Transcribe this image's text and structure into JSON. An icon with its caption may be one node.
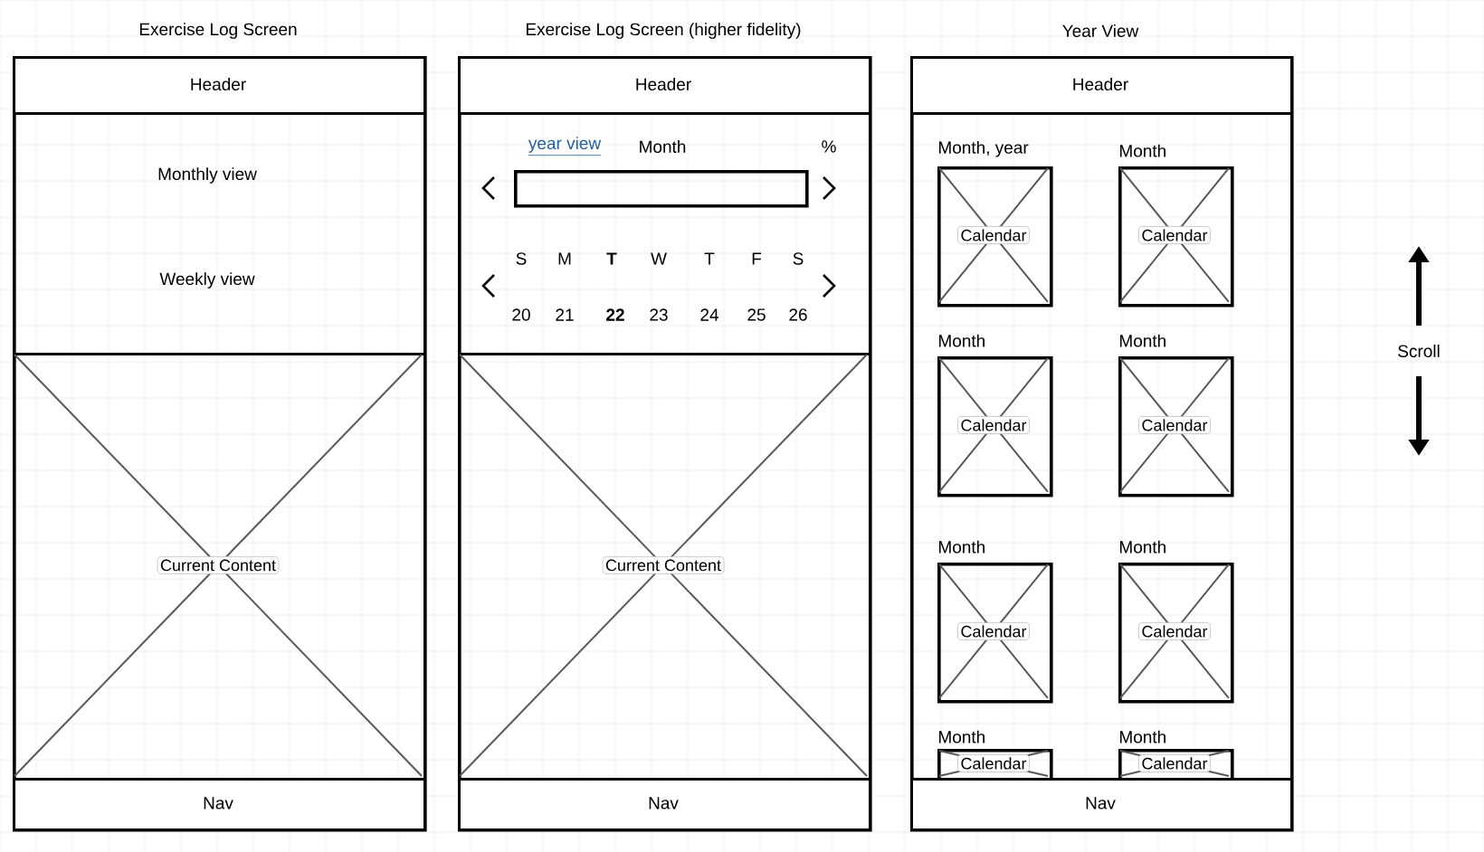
{
  "diagram": {
    "nodes": [
      {
        "text": [
          "Exercise Log Screen"
        ]
      },
      {
        "text": [
          "Header"
        ],
        "in": 0
      },
      {
        "text": [
          "Monthly view",
          "Weekly view"
        ],
        "in": 0
      },
      {
        "text": [
          "Current Content"
        ],
        "in": 0
      },
      {
        "text": [
          "Nav"
        ],
        "in": 0
      },
      {
        "text": [
          "Exercise Log Screen (higher fidelity)"
        ]
      },
      {
        "text": [
          "Header"
        ],
        "in": 5
      },
      {
        "text": [
          "year view",
          "Month",
          "%",
          "S",
          "M",
          "T",
          "W",
          "T",
          "F",
          "S",
          "20",
          "21",
          "22",
          "23",
          "24",
          "25",
          "26"
        ],
        "in": 5
      },
      {
        "text": [],
        "shape": "bar",
        "in": 7
      },
      {
        "text": [
          "Current Content"
        ],
        "in": 5
      },
      {
        "text": [
          "Nav"
        ],
        "in": 5
      },
      {
        "text": [
          "Year View"
        ]
      },
      {
        "text": [
          "Header"
        ],
        "in": 11
      },
      {
        "text": [
          "Month, year",
          "Calendar"
        ],
        "in": 11
      },
      {
        "text": [
          "Month",
          "Calendar"
        ],
        "in": 11
      },
      {
        "text": [
          "Month",
          "Calendar"
        ],
        "in": 11
      },
      {
        "text": [
          "Month",
          "Calendar"
        ],
        "in": 11
      },
      {
        "text": [
          "Month",
          "Calendar"
        ],
        "in": 11
      },
      {
        "text": [
          "Month",
          "Calendar"
        ],
        "in": 11
      },
      {
        "text": [
          "Month",
          "Calendar"
        ],
        "in": 11
      },
      {
        "text": [
          "Month",
          "Calendar"
        ],
        "in": 11
      },
      {
        "text": [
          "Nav"
        ],
        "in": 11
      },
      {
        "text": [
          "Scroll"
        ]
      }
    ]
  }
}
